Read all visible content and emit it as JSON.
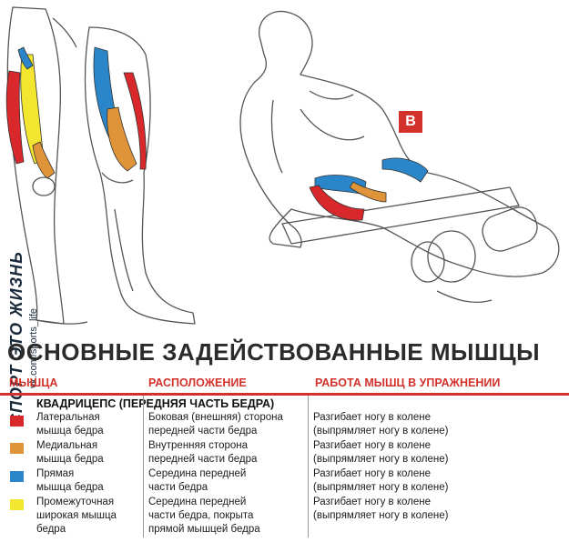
{
  "badge_letter": "B",
  "watermark": {
    "brand": "СПОРТ ЭТО ЖИЗНЬ",
    "url": "vk.com/sports_life"
  },
  "title": "ОСНОВНЫЕ ЗАДЕЙСТВОВАННЫЕ МЫШЦЫ",
  "headers": [
    "МЫШЦА",
    "РАСПОЛОЖЕНИЕ",
    "РАБОТА МЫШЦ В УПРАЖНЕНИИ"
  ],
  "group_label": "КВАДРИЦЕПС (ПЕРЕДНЯЯ ЧАСТЬ БЕДРА)",
  "rows": [
    {
      "muscle": "Латеральная\nмышца бедра",
      "location": "Боковая (внешняя) сторона\nпередней части бедра",
      "function": "Разгибает ногу в колене\n(выпрямляет ногу в колене)",
      "color": "#d8282b"
    },
    {
      "muscle": "Медиальная\nмышца бедра",
      "location": "Внутренняя сторона\nпередней части бедра",
      "function": "Разгибает ногу в колене\n(выпрямляет ногу в колене)",
      "color": "#e0943a"
    },
    {
      "muscle": "Прямая\nмышца бедра",
      "location": "Середина передней\nчасти бедра",
      "function": "Разгибает ногу в колене\n(выпрямляет ногу в колене)",
      "color": "#2b86c9"
    },
    {
      "muscle": "Промежуточная\nширокая мышца\nбедра",
      "location": "Середина передней\nчасти бедра, покрыта\nпрямой мышцей бедра",
      "function": "Разгибает ногу в колене\n(выпрямляет ногу в колене)",
      "color": "#f3e630"
    }
  ]
}
